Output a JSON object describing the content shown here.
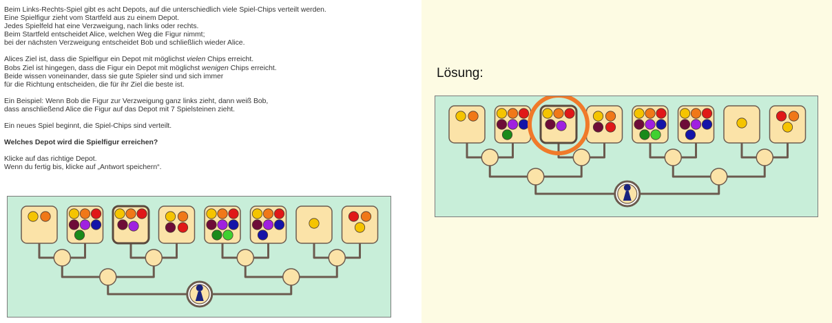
{
  "task": {
    "intro_lines": [
      "Beim Links-Rechts-Spiel gibt es acht Depots, auf die unterschiedlich viele Spiel-Chips verteilt werden.",
      "Eine Spielfigur zieht vom Startfeld aus zu einem Depot.",
      "Jedes Spielfeld hat eine Verzweigung, nach links oder rechts.",
      "Beim Startfeld entscheidet Alice, welchen Weg die Figur nimmt;",
      "bei der nächsten Verzweigung entscheidet Bob und schließlich wieder Alice."
    ],
    "goal_line1_pre": "Alices Ziel ist, dass die Spielfigur ein Depot mit möglichst ",
    "goal_line1_em": "vielen",
    "goal_line1_post": " Chips erreicht.",
    "goal_line2_pre": "Bobs Ziel ist hingegen, dass die Figur ein Depot mit möglichst ",
    "goal_line2_em": "wenigen",
    "goal_line2_post": " Chips erreicht.",
    "goal_lines_rest": [
      "Beide wissen voneinander, dass sie gute Spieler sind und sich immer",
      "für die Richtung entscheiden, die für ihr Ziel die beste ist."
    ],
    "example_lines": [
      "Ein Beispiel: Wenn Bob die Figur zur Verzweigung ganz links zieht, dann weiß Bob,",
      "dass anschließend Alice die Figur auf das Depot mit 7 Spielsteinen zieht."
    ],
    "new_game": "Ein neues Spiel beginnt, die Spiel-Chips sind verteilt.",
    "question": "Welches Depot wird die Spielfigur erreichen?",
    "instruction_lines": [
      "Klicke auf das richtige Depot.",
      "Wenn du fertig bis, klicke auf „Antwort speichern“."
    ]
  },
  "solution": {
    "label": "Lösung:",
    "highlighted_depot_index": 2,
    "highlight_color": "#f07a2a"
  },
  "board": {
    "selected_depot_index": 2,
    "depots": [
      {
        "chips": [
          "yellow",
          "orange"
        ]
      },
      {
        "chips": [
          "yellow",
          "orange",
          "red",
          "maroon",
          "purple",
          "blue",
          "green"
        ]
      },
      {
        "chips": [
          "yellow",
          "orange",
          "red",
          "maroon",
          "purple"
        ]
      },
      {
        "chips": [
          "yellow",
          "orange",
          "maroon",
          "red"
        ]
      },
      {
        "chips": [
          "yellow",
          "orange",
          "red",
          "maroon",
          "purple",
          "blue",
          "green",
          "lime"
        ]
      },
      {
        "chips": [
          "yellow",
          "orange",
          "red",
          "maroon",
          "purple",
          "blue",
          "blue"
        ]
      },
      {
        "chips": [
          "yellow"
        ]
      },
      {
        "chips": [
          "red",
          "orange",
          "yellow"
        ]
      }
    ],
    "colors": {
      "yellow": "#f5c400",
      "orange": "#f07818",
      "red": "#e01818",
      "maroon": "#6e0c38",
      "purple": "#a020e0",
      "blue": "#1414a8",
      "green": "#1a8a1a",
      "lime": "#40d030",
      "board_bg": "#c8eed9",
      "depot_fill": "#fbe3a8",
      "node_fill": "#fbe3a8",
      "line": "#6b5a4e",
      "pawn": "#1a237e"
    },
    "icons": {
      "start": "pawn-icon"
    }
  }
}
